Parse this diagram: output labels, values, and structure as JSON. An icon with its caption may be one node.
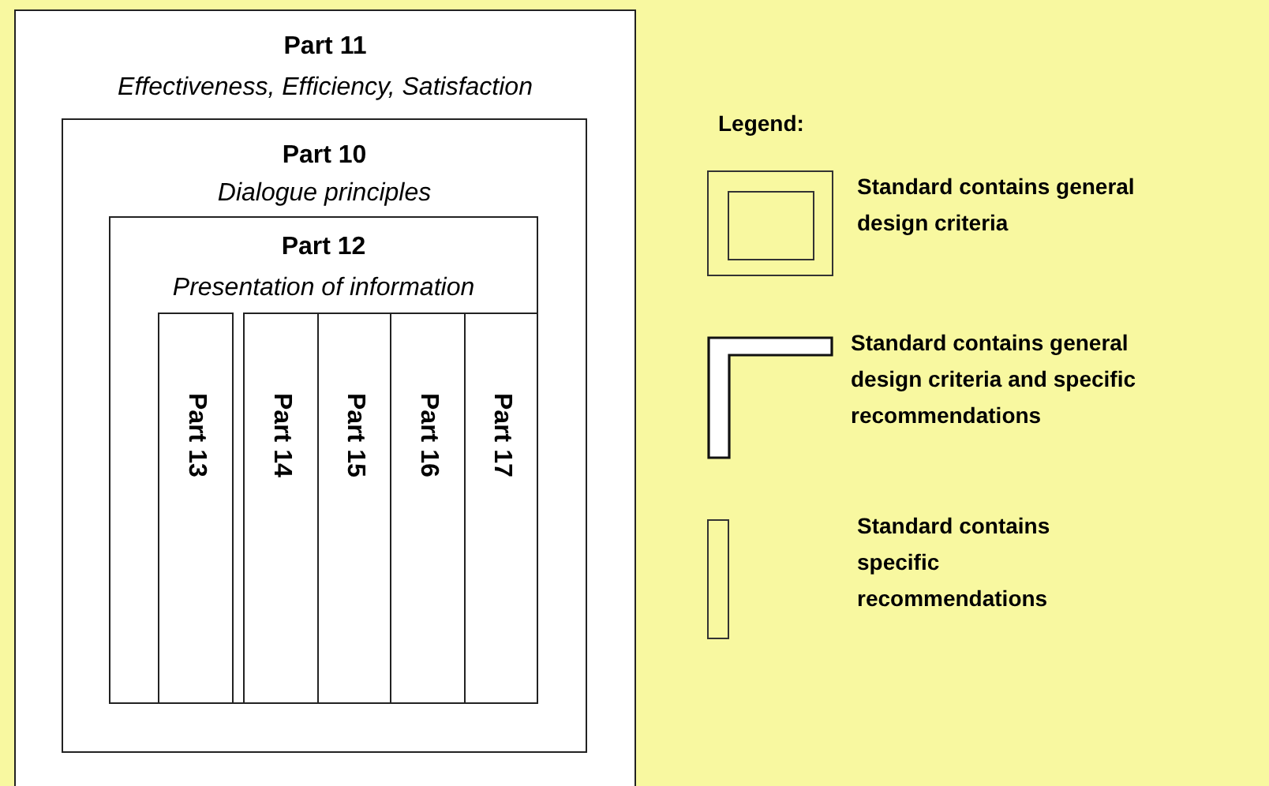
{
  "diagram": {
    "nodes": [
      {
        "text": [
          "Part 11",
          "Effectiveness, Efficiency, Satisfaction"
        ]
      },
      {
        "text": [
          "Part 10",
          "Dialogue principles"
        ],
        "in": 0
      },
      {
        "text": [
          "Part 12",
          "Presentation of information"
        ],
        "in": 1
      },
      {
        "text": [
          "Part 13"
        ],
        "in": 2
      },
      {
        "text": [
          "Part 14"
        ],
        "in": 2
      },
      {
        "text": [
          "Part 15"
        ],
        "in": 2
      },
      {
        "text": [
          "Part 16"
        ],
        "in": 2
      },
      {
        "text": [
          "Part 17"
        ],
        "in": 2
      }
    ],
    "labels": [
      "Legend:"
    ],
    "legend": [
      {
        "text": "Standard contains general design criteria"
      },
      {
        "text": "Standard contains general design criteria and specific recommendations"
      },
      {
        "text": "Standard contains specific recommendations"
      }
    ]
  }
}
